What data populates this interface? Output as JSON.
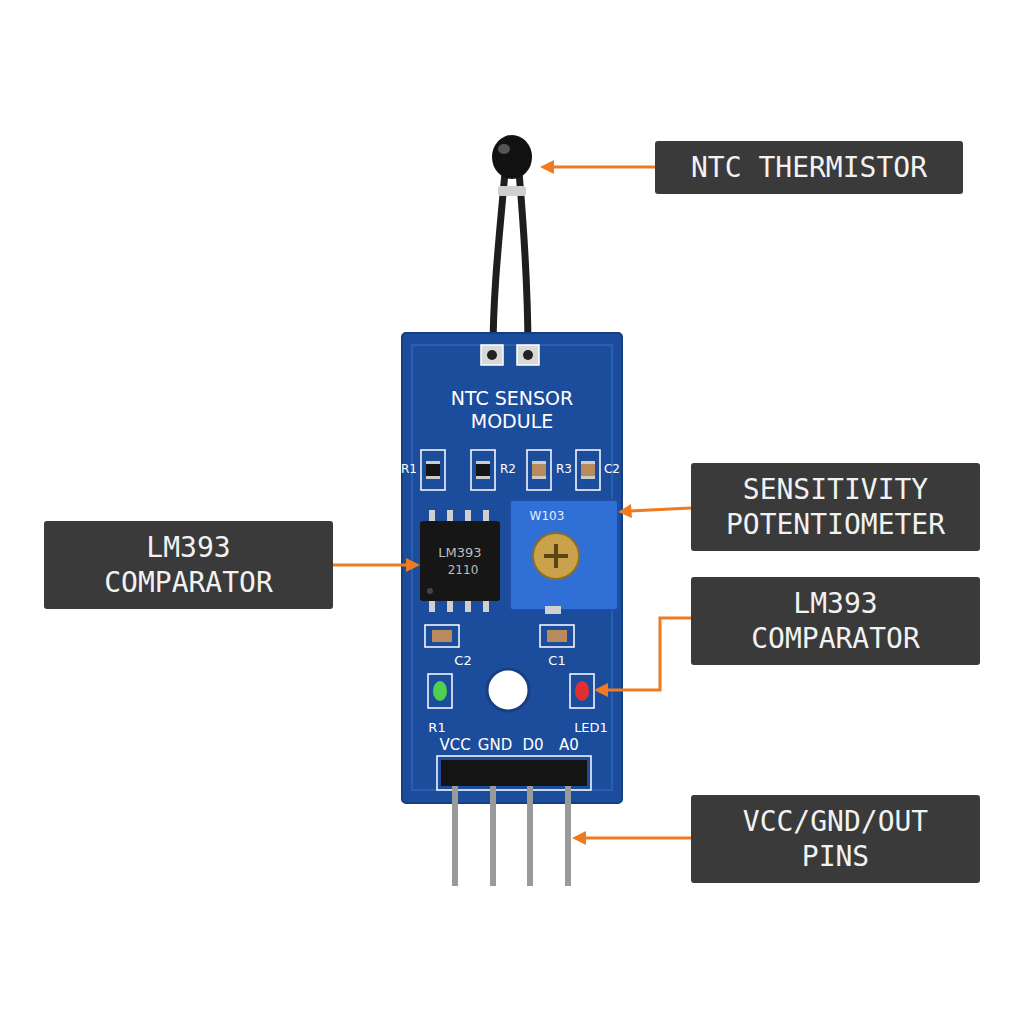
{
  "diagram": {
    "nodes": [
      {
        "text": [
          "NTC THERMISTOR"
        ]
      },
      {
        "text": [
          "SENSITIVITY POTENTIOMETER"
        ]
      },
      {
        "text": [
          "LM393 COMPARATOR"
        ]
      },
      {
        "text": [
          "LM393 COMPARATOR"
        ]
      },
      {
        "text": [
          "VCC/GND/OUT PINS"
        ]
      }
    ],
    "labels": [
      "NTC SENSOR MODULE",
      "R1",
      "R2",
      "R3",
      "C2",
      "LM393",
      "2110",
      "W103",
      "C2",
      "C1",
      "R1",
      "LED1",
      "VCC",
      "GND",
      "D0",
      "A0"
    ]
  }
}
